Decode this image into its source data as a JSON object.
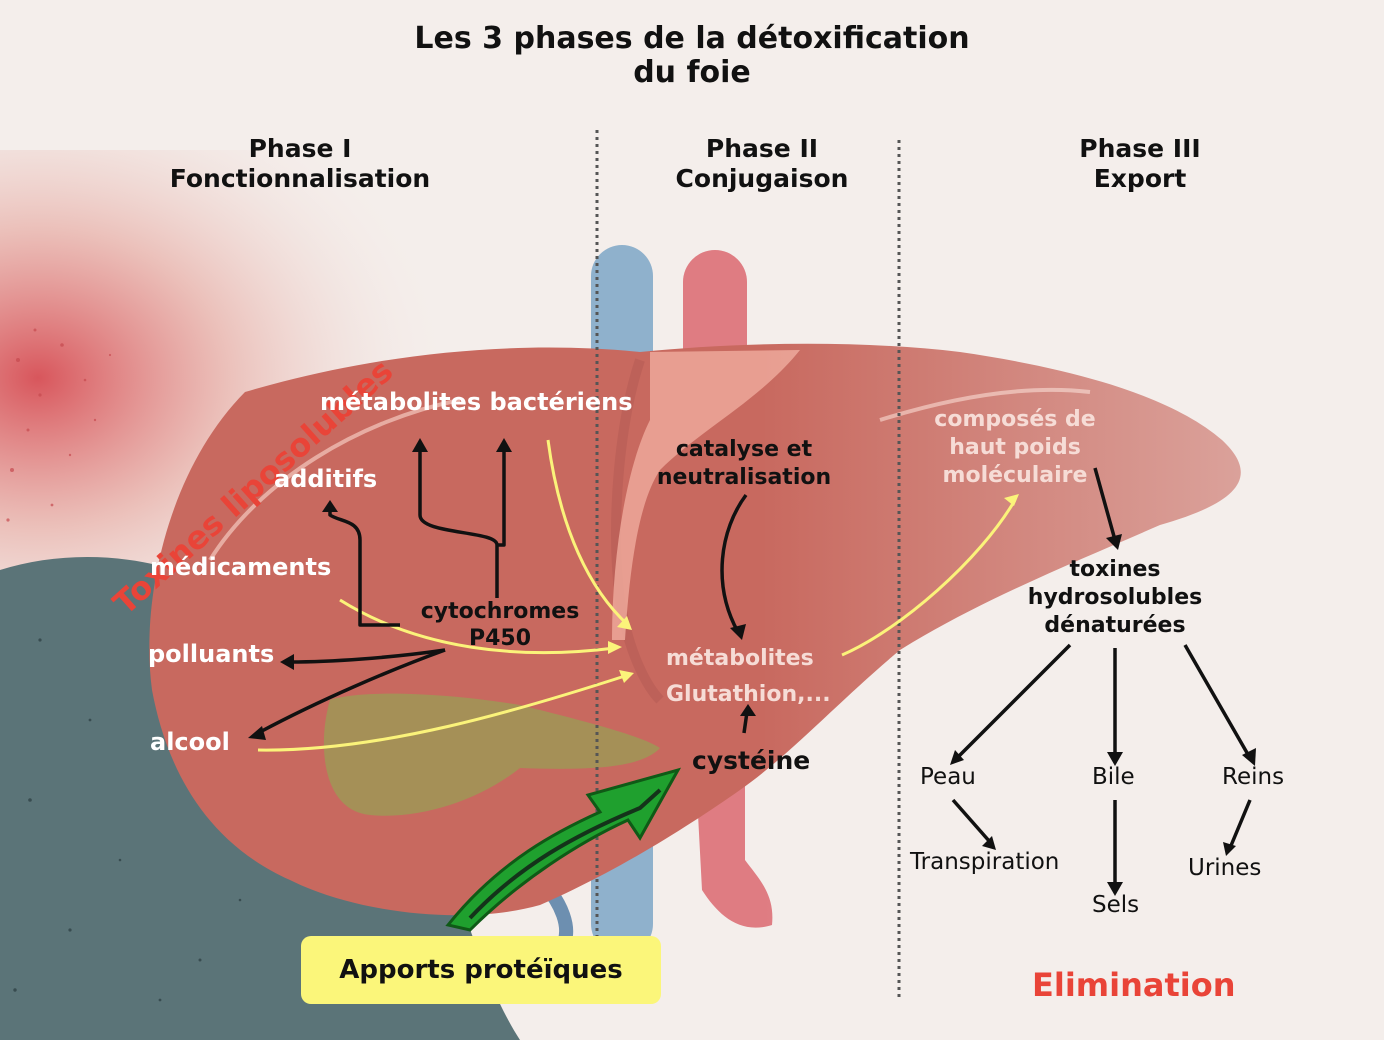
{
  "title": {
    "line1": "Les 3 phases de la détoxification",
    "line2": "du foie"
  },
  "phases": [
    {
      "name": "Phase I",
      "subtitle": "Fonctionnalisation"
    },
    {
      "name": "Phase II",
      "subtitle": "Conjugaison"
    },
    {
      "name": "Phase III",
      "subtitle": "Export"
    }
  ],
  "phase1": {
    "side_label": "Toxines liposolubles",
    "sources": [
      "métabolites bactériens",
      "additifs",
      "médicaments",
      "polluants",
      "alcool"
    ],
    "enzyme": {
      "line1": "cytochromes",
      "line2": "P450"
    }
  },
  "phase2": {
    "process": {
      "line1": "catalyse et",
      "line2": "neutralisation"
    },
    "metabolites": {
      "line1": "métabolites",
      "line2": "Glutathion,..."
    },
    "amino_acid": "cystéine"
  },
  "phase3": {
    "compounds": {
      "line1": "composés de",
      "line2": "haut poids",
      "line3": "moléculaire"
    },
    "toxins": {
      "line1": "toxines",
      "line2": "hydrosolubles",
      "line3": "dénaturées"
    },
    "routes": [
      {
        "name": "Peau",
        "output": "Transpiration"
      },
      {
        "name": "Bile",
        "output": "Sels"
      },
      {
        "name": "Reins",
        "output": "Urines"
      }
    ],
    "footer": "Elimination"
  },
  "protein_intake": "Apports protéïques",
  "colors": {
    "liver": "#c8695f",
    "liver_dark": "#b75a51",
    "vein": "#8fb1cc",
    "artery": "#df7c82",
    "gallbladder": "#9c9a55",
    "yellow_arrow": "#fbf37a",
    "green_arrow": "#1fa02e",
    "accent_red": "#e94438",
    "badge": "#fbf67a"
  }
}
